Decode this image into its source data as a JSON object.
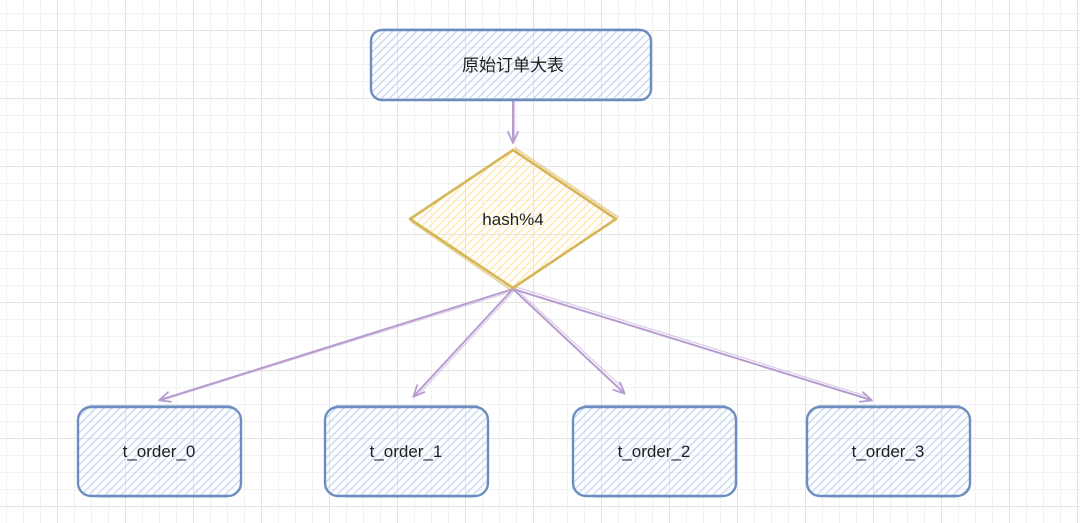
{
  "diagram": {
    "type": "flowchart",
    "style": "hand-drawn-sketch",
    "nodes": {
      "source": {
        "label": "原始订单大表",
        "shape": "rounded-rect"
      },
      "hash": {
        "label": "hash%4",
        "shape": "diamond"
      },
      "shard0": {
        "label": "t_order_0",
        "shape": "rounded-rect"
      },
      "shard1": {
        "label": "t_order_1",
        "shape": "rounded-rect"
      },
      "shard2": {
        "label": "t_order_2",
        "shape": "rounded-rect"
      },
      "shard3": {
        "label": "t_order_3",
        "shape": "rounded-rect"
      }
    },
    "edges": [
      {
        "from": "source",
        "to": "hash"
      },
      {
        "from": "hash",
        "to": "shard0"
      },
      {
        "from": "hash",
        "to": "shard1"
      },
      {
        "from": "hash",
        "to": "shard2"
      },
      {
        "from": "hash",
        "to": "shard3"
      }
    ],
    "colors": {
      "box_border_blue": "#6c8ebf",
      "box_hatch_blue": "#c9daf2",
      "diamond_border_gold": "#d6b656",
      "diamond_hatch_yellow": "#ffe9ae",
      "arrow_purple": "#b89cd0",
      "text": "#1f1f1f",
      "grid_minor": "#f2f2f4",
      "grid_major": "#e3e3e5"
    }
  }
}
